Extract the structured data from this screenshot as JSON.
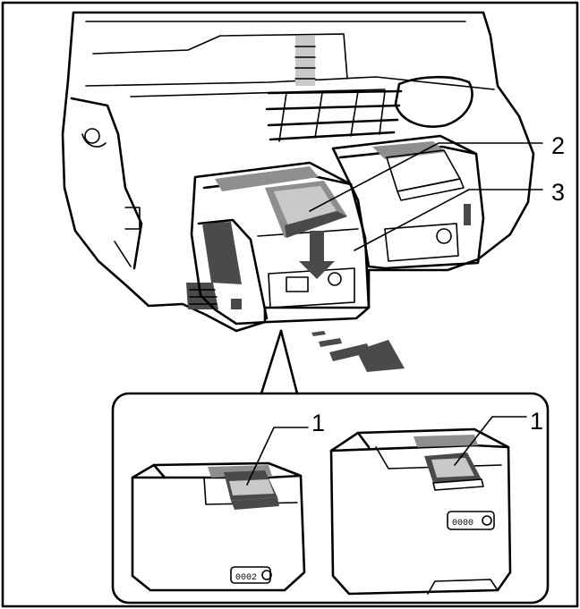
{
  "labels": {
    "release_button_left": "1",
    "release_button_right": "1",
    "item_2": "2",
    "item_3": "3"
  },
  "battery_display": {
    "left": "0002",
    "right": "0000"
  }
}
